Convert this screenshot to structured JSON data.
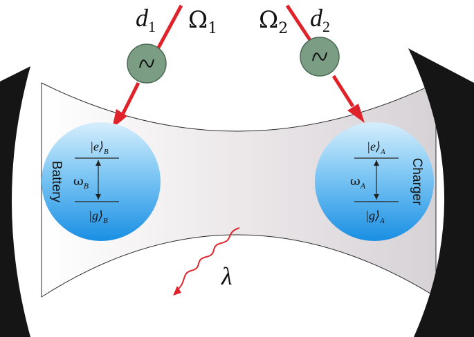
{
  "lasers": {
    "left": {
      "d": "d",
      "d_sub": "1",
      "omega": "Ω",
      "omega_sub": "1"
    },
    "right": {
      "d": "d",
      "d_sub": "2",
      "omega": "Ω",
      "omega_sub": "2"
    }
  },
  "battery": {
    "name": "Battery",
    "excited_state": "|e⟩",
    "excited_sub": "B",
    "ground_state": "|g⟩",
    "ground_sub": "B",
    "frequency": "ω",
    "frequency_sub": "B"
  },
  "charger": {
    "name": "Charger",
    "excited_state": "|e⟩",
    "excited_sub": "A",
    "ground_state": "|g⟩",
    "ground_sub": "A",
    "frequency": "ω",
    "frequency_sub": "A"
  },
  "decay": {
    "symbol": "λ"
  },
  "colors": {
    "laser": "#e0222a",
    "modulator": "#7a9d84",
    "atom_top": "#d6eefc",
    "atom_bottom": "#1a8fe3",
    "mirror": "#151515"
  }
}
